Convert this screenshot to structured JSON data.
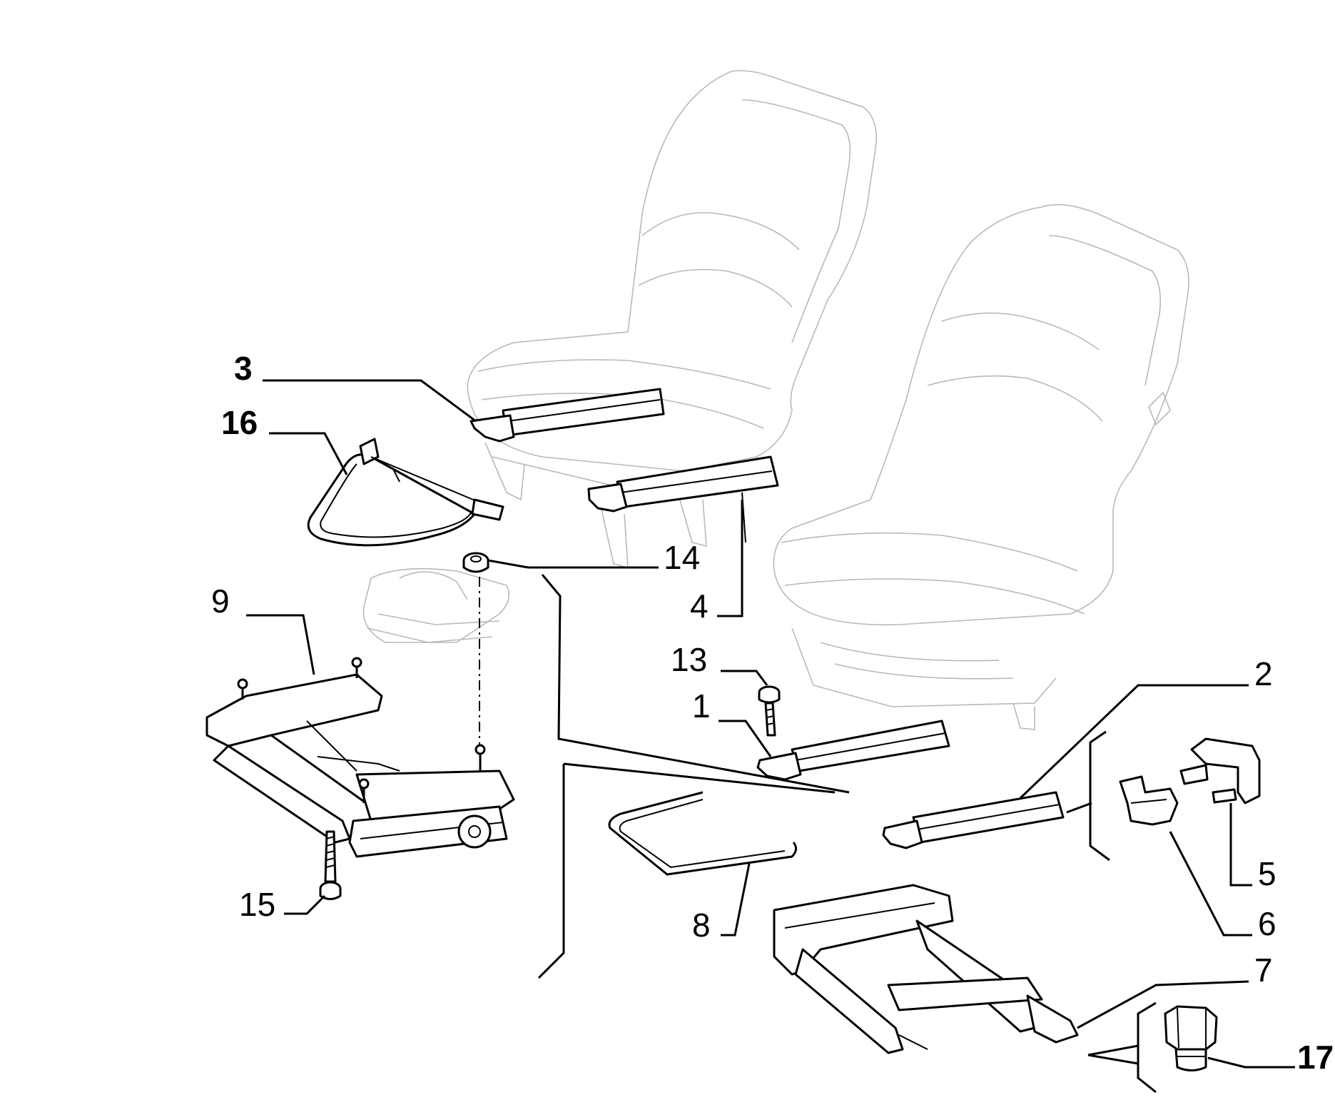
{
  "callouts": {
    "c1": "1",
    "c2": "2",
    "c3": "3",
    "c4": "4",
    "c5": "5",
    "c6": "6",
    "c7": "7",
    "c8": "8",
    "c9": "9",
    "c13": "13",
    "c14": "14",
    "c15": "15",
    "c16": "16",
    "c17": "17"
  }
}
